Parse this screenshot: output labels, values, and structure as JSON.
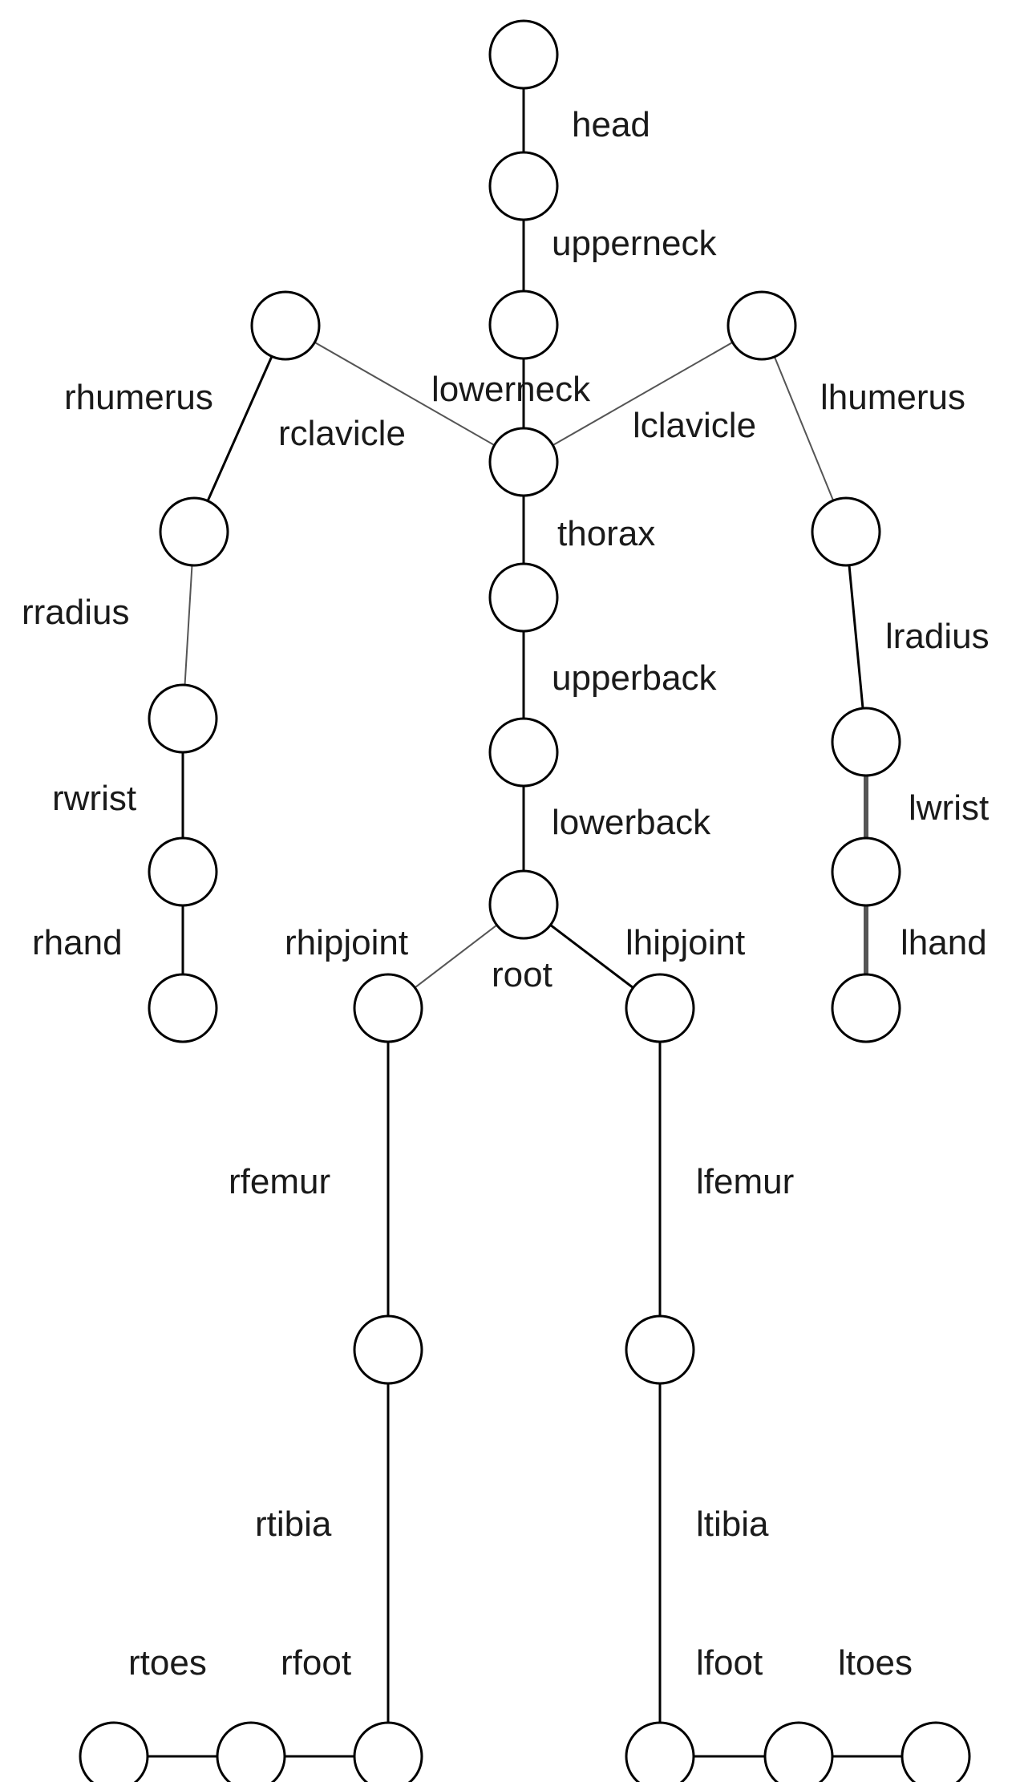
{
  "bones": [
    {
      "id": "head",
      "label": "head"
    },
    {
      "id": "upperneck",
      "label": "upperneck"
    },
    {
      "id": "lowerneck",
      "label": "lowerneck"
    },
    {
      "id": "thorax",
      "label": "thorax"
    },
    {
      "id": "upperback",
      "label": "upperback"
    },
    {
      "id": "lowerback",
      "label": "lowerback"
    },
    {
      "id": "root",
      "label": "root"
    },
    {
      "id": "rclavicle",
      "label": "rclavicle"
    },
    {
      "id": "lclavicle",
      "label": "lclavicle"
    },
    {
      "id": "rhumerus",
      "label": "rhumerus"
    },
    {
      "id": "lhumerus",
      "label": "lhumerus"
    },
    {
      "id": "rradius",
      "label": "rradius"
    },
    {
      "id": "lradius",
      "label": "lradius"
    },
    {
      "id": "rwrist",
      "label": "rwrist"
    },
    {
      "id": "lwrist",
      "label": "lwrist"
    },
    {
      "id": "rhand",
      "label": "rhand"
    },
    {
      "id": "lhand",
      "label": "lhand"
    },
    {
      "id": "rhipjoint",
      "label": "rhipjoint"
    },
    {
      "id": "lhipjoint",
      "label": "lhipjoint"
    },
    {
      "id": "rfemur",
      "label": "rfemur"
    },
    {
      "id": "lfemur",
      "label": "lfemur"
    },
    {
      "id": "rtibia",
      "label": "rtibia"
    },
    {
      "id": "ltibia",
      "label": "ltibia"
    },
    {
      "id": "rfoot",
      "label": "rfoot"
    },
    {
      "id": "lfoot",
      "label": "lfoot"
    },
    {
      "id": "rtoes",
      "label": "rtoes"
    },
    {
      "id": "ltoes",
      "label": "ltoes"
    }
  ]
}
